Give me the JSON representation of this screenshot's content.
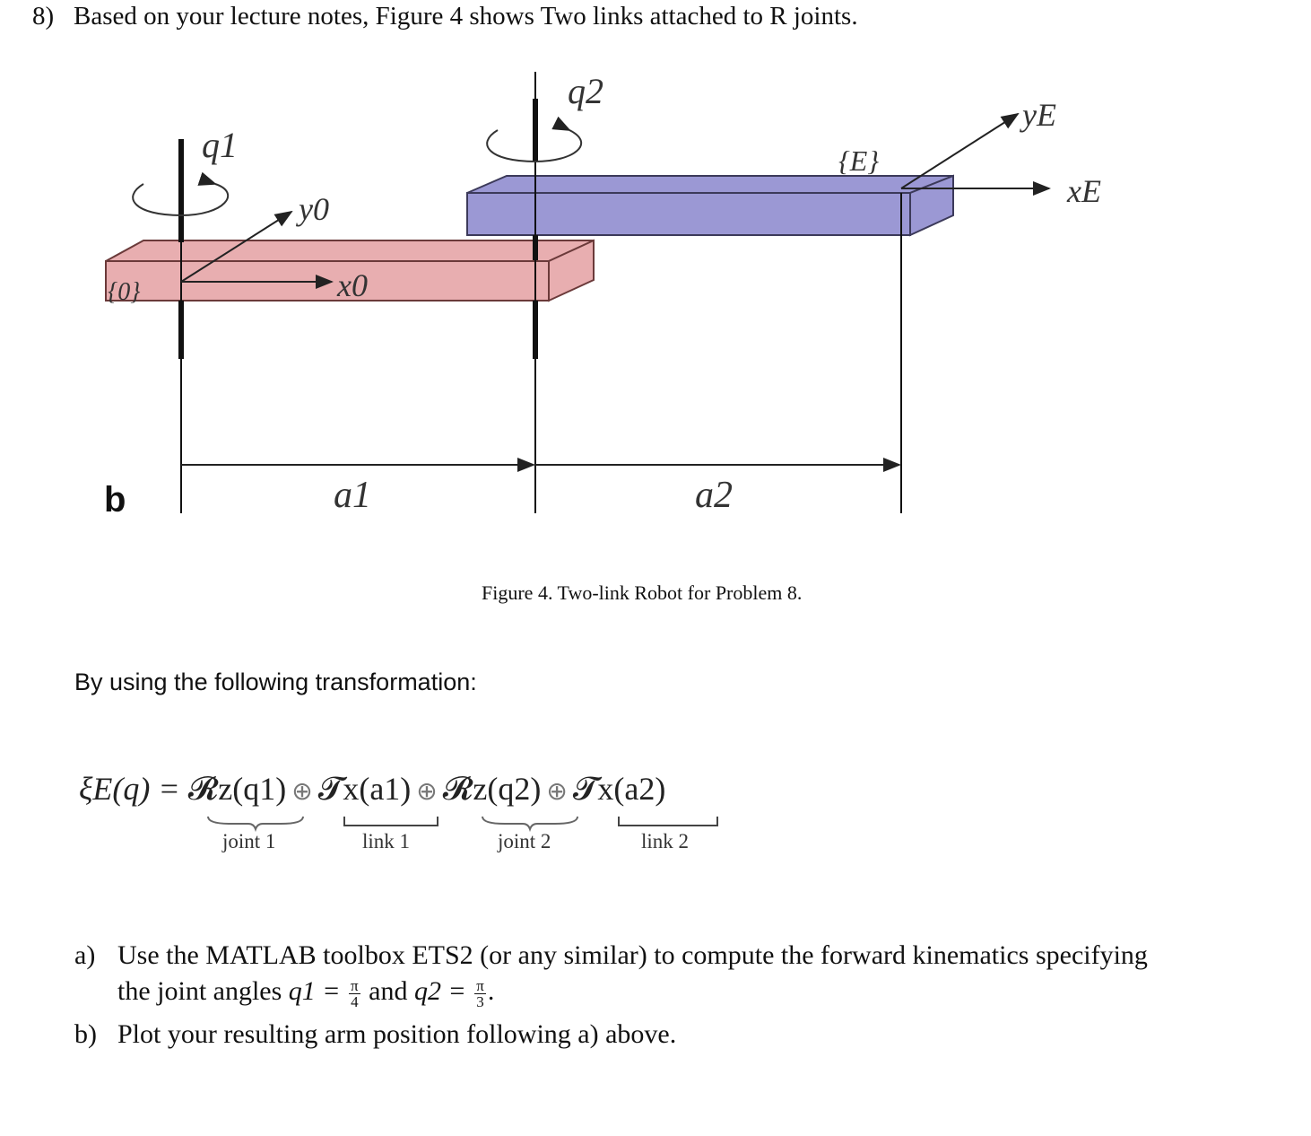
{
  "question": {
    "number": "8)",
    "text": "Based on your lecture notes, Figure 4 shows Two links attached to R joints."
  },
  "figure": {
    "labels": {
      "q1": "q1",
      "q2": "q2",
      "y0": "y0",
      "x0": "x0",
      "frame0": "{0}",
      "frameE": "{E}",
      "yE": "yE",
      "xE": "xE",
      "b": "b",
      "a1": "a1",
      "a2": "a2"
    },
    "colors": {
      "link1": "#e8aeb0",
      "link2": "#9b98d4"
    },
    "caption": "Figure 4. Two-link Robot for Problem 8."
  },
  "transformation_intro": "By using the following transformation:",
  "equation": {
    "lhs": "ξE(q) =",
    "terms": [
      "𝓡z(q1)",
      "𝓣x(a1)",
      "𝓡z(q2)",
      "𝓣x(a2)"
    ],
    "operator": "⊕",
    "braces": [
      "joint 1",
      "link 1",
      "joint 2",
      "link 2"
    ]
  },
  "parts": {
    "a": {
      "mark": "a)",
      "line1": "Use the MATLAB toolbox ETS2 (or any similar) to compute the forward kinematics specifying",
      "line2_prefix": "the joint angles",
      "q1": "q1 =",
      "q1_num": "π",
      "q1_den": "4",
      "and": "and",
      "q2": "q2 =",
      "q2_num": "π",
      "q2_den": "3"
    },
    "b": {
      "mark": "b)",
      "text": "Plot your resulting arm position following a) above."
    }
  }
}
